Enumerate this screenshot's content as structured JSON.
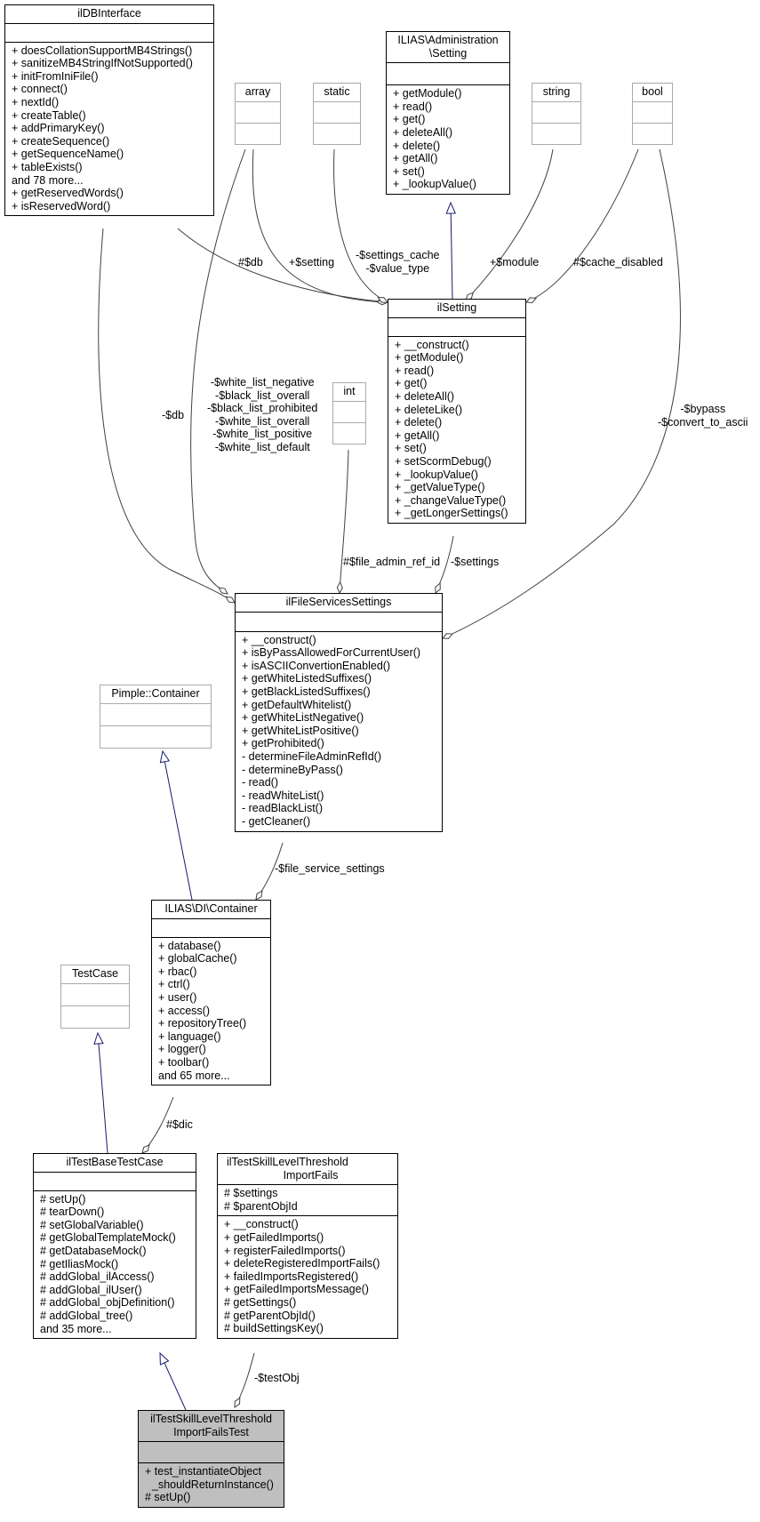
{
  "classes": {
    "ildbinterface": {
      "title": [
        "ilDBInterface"
      ],
      "attributes": [],
      "methods": [
        "+ doesCollationSupportMB4Strings()",
        "+ sanitizeMB4StringIfNotSupported()",
        "+ initFromIniFile()",
        "+ connect()",
        "+ nextId()",
        "+ createTable()",
        "+ addPrimaryKey()",
        "+ createSequence()",
        "+ getSequenceName()",
        "+ tableExists()",
        "and 78 more...",
        "+ getReservedWords()",
        "+ isReservedWord()"
      ]
    },
    "array": {
      "title": [
        "array"
      ],
      "attributes": [],
      "methods": []
    },
    "static": {
      "title": [
        "static"
      ],
      "attributes": [],
      "methods": []
    },
    "admin_setting": {
      "title": [
        "ILIAS\\Administration",
        "\\Setting"
      ],
      "attributes": [],
      "methods": [
        "+ getModule()",
        "+ read()",
        "+ get()",
        "+ deleteAll()",
        "+ delete()",
        "+ getAll()",
        "+ set()",
        "+ _lookupValue()"
      ]
    },
    "string": {
      "title": [
        "string"
      ],
      "attributes": [],
      "methods": []
    },
    "bool": {
      "title": [
        "bool"
      ],
      "attributes": [],
      "methods": []
    },
    "ilsetting": {
      "title": [
        "ilSetting"
      ],
      "attributes": [],
      "methods": [
        "+ __construct()",
        "+ getModule()",
        "+ read()",
        "+ get()",
        "+ deleteAll()",
        "+ deleteLike()",
        "+ delete()",
        "+ getAll()",
        "+ set()",
        "+ setScormDebug()",
        "+ _lookupValue()",
        "+ _getValueType()",
        "+ _changeValueType()",
        "+ _getLongerSettings()"
      ]
    },
    "int": {
      "title": [
        "int"
      ],
      "attributes": [],
      "methods": []
    },
    "ilfileservicessettings": {
      "title": [
        "ilFileServicesSettings"
      ],
      "attributes": [],
      "methods": [
        "+ __construct()",
        "+ isByPassAllowedForCurrentUser()",
        "+ isASCIIConvertionEnabled()",
        "+ getWhiteListedSuffixes()",
        "+ getBlackListedSuffixes()",
        "+ getDefaultWhitelist()",
        "+ getWhiteListNegative()",
        "+ getWhiteListPositive()",
        "+ getProhibited()",
        "- determineFileAdminRefId()",
        "- determineByPass()",
        "- read()",
        "- readWhiteList()",
        "- readBlackList()",
        "- getCleaner()"
      ]
    },
    "pimple_container": {
      "title": [
        "Pimple::Container"
      ],
      "attributes": [],
      "methods": []
    },
    "di_container": {
      "title": [
        "ILIAS\\DI\\Container"
      ],
      "attributes": [],
      "methods": [
        "+ database()",
        "+ globalCache()",
        "+ rbac()",
        "+ ctrl()",
        "+ user()",
        "+ access()",
        "+ repositoryTree()",
        "+ language()",
        "+ logger()",
        "+ toolbar()",
        "and 65 more..."
      ]
    },
    "testcase": {
      "title": [
        "TestCase"
      ],
      "attributes": [],
      "methods": []
    },
    "iltestbasetestcase": {
      "title": [
        "ilTestBaseTestCase"
      ],
      "attributes": [],
      "methods": [
        "# setUp()",
        "# tearDown()",
        "# setGlobalVariable()",
        "# getGlobalTemplateMock()",
        "# getDatabaseMock()",
        "# getIliasMock()",
        "# addGlobal_ilAccess()",
        "# addGlobal_ilUser()",
        "# addGlobal_objDefinition()",
        "# addGlobal_tree()",
        "and 35 more..."
      ]
    },
    "importfails": {
      "title": [
        "ilTestSkillLevelThreshold",
        "ImportFails"
      ],
      "attributes": [
        "# $settings",
        "# $parentObjId"
      ],
      "methods": [
        "+ __construct()",
        "+ getFailedImports()",
        "+ registerFailedImports()",
        "+ deleteRegisteredImportFails()",
        "+ failedImportsRegistered()",
        "+ getFailedImportsMessage()",
        "# getSettings()",
        "# getParentObjId()",
        "# buildSettingsKey()"
      ]
    },
    "importfailstest": {
      "title": [
        "ilTestSkillLevelThreshold",
        "ImportFailsTest"
      ],
      "attributes": [],
      "methods": [
        "+ test_instantiateObject",
        "_shouldReturnInstance()",
        "# setUp()"
      ]
    }
  },
  "edge_labels": {
    "db_ildbinterface_to_ilsetting": "#$db",
    "setting_array_to_ilsetting": "+$setting",
    "static_to_ilsetting": "-$settings_cache\n-$value_type",
    "string_to_ilsetting": "+$module",
    "bool_to_ilsetting": "#$cache_disabled",
    "db_ildbinterface_to_fss": "-$db",
    "array_to_fss": "-$white_list_negative\n-$black_list_overall\n-$black_list_prohibited\n-$white_list_overall\n-$white_list_positive\n-$white_list_default",
    "bool_to_fss": "-$bypass\n-$convert_to_ascii",
    "int_to_fss": "#$file_admin_ref_id",
    "ilsetting_to_fss": "-$settings",
    "fss_to_di": "-$file_service_settings",
    "di_to_basetest": "#$dic",
    "importfails_to_test": "-$testObj"
  }
}
